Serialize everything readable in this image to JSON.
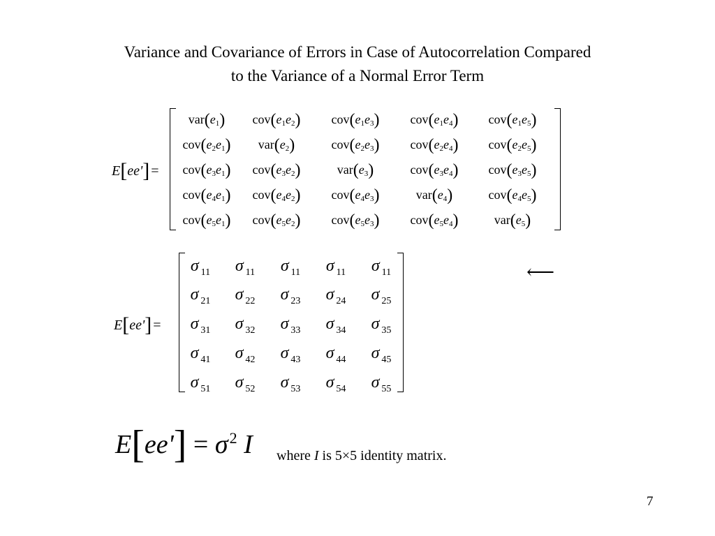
{
  "title": {
    "line1": "Variance and Covariance of Errors in Case of Autocorrelation Compared",
    "line2": "to the Variance of a Normal Error Term"
  },
  "lhs": {
    "E": "E",
    "ee": "ee'",
    "open": "[",
    "close": "]",
    "eq": "="
  },
  "matrix1": {
    "rows": [
      [
        {
          "f": "var",
          "a": "1",
          "b": ""
        },
        {
          "f": "cov",
          "a": "1",
          "b": "2"
        },
        {
          "f": "cov",
          "a": "1",
          "b": "3"
        },
        {
          "f": "cov",
          "a": "1",
          "b": "4"
        },
        {
          "f": "cov",
          "a": "1",
          "b": "5"
        }
      ],
      [
        {
          "f": "cov",
          "a": "2",
          "b": "1"
        },
        {
          "f": "var",
          "a": "2",
          "b": ""
        },
        {
          "f": "cov",
          "a": "2",
          "b": "3"
        },
        {
          "f": "cov",
          "a": "2",
          "b": "4"
        },
        {
          "f": "cov",
          "a": "2",
          "b": "5"
        }
      ],
      [
        {
          "f": "cov",
          "a": "3",
          "b": "1"
        },
        {
          "f": "cov",
          "a": "3",
          "b": "2"
        },
        {
          "f": "var",
          "a": "3",
          "b": ""
        },
        {
          "f": "cov",
          "a": "3",
          "b": "4"
        },
        {
          "f": "cov",
          "a": "3",
          "b": "5"
        }
      ],
      [
        {
          "f": "cov",
          "a": "4",
          "b": "1"
        },
        {
          "f": "cov",
          "a": "4",
          "b": "2"
        },
        {
          "f": "cov",
          "a": "4",
          "b": "3"
        },
        {
          "f": "var",
          "a": "4",
          "b": ""
        },
        {
          "f": "cov",
          "a": "4",
          "b": "5"
        }
      ],
      [
        {
          "f": "cov",
          "a": "5",
          "b": "1"
        },
        {
          "f": "cov",
          "a": "5",
          "b": "2"
        },
        {
          "f": "cov",
          "a": "5",
          "b": "3"
        },
        {
          "f": "cov",
          "a": "5",
          "b": "4"
        },
        {
          "f": "var",
          "a": "5",
          "b": ""
        }
      ]
    ],
    "var_symbol": "e"
  },
  "matrix2": {
    "symbol": "σ",
    "rows": [
      [
        "11",
        "11",
        "11",
        "11",
        "11"
      ],
      [
        "21",
        "22",
        "23",
        "24",
        "25"
      ],
      [
        "31",
        "32",
        "33",
        "34",
        "35"
      ],
      [
        "41",
        "42",
        "43",
        "44",
        "45"
      ],
      [
        "51",
        "52",
        "53",
        "54",
        "55"
      ]
    ]
  },
  "arrow": "⟵",
  "final": {
    "E": "E",
    "ee": "ee'",
    "open": "[",
    "close": "]",
    "eq": "=",
    "sigma": "σ",
    "exp": "2",
    "I": "I"
  },
  "note": {
    "where": "where",
    "I": "I",
    "rest": "is 5×5 identity matrix."
  },
  "page_number": "7"
}
